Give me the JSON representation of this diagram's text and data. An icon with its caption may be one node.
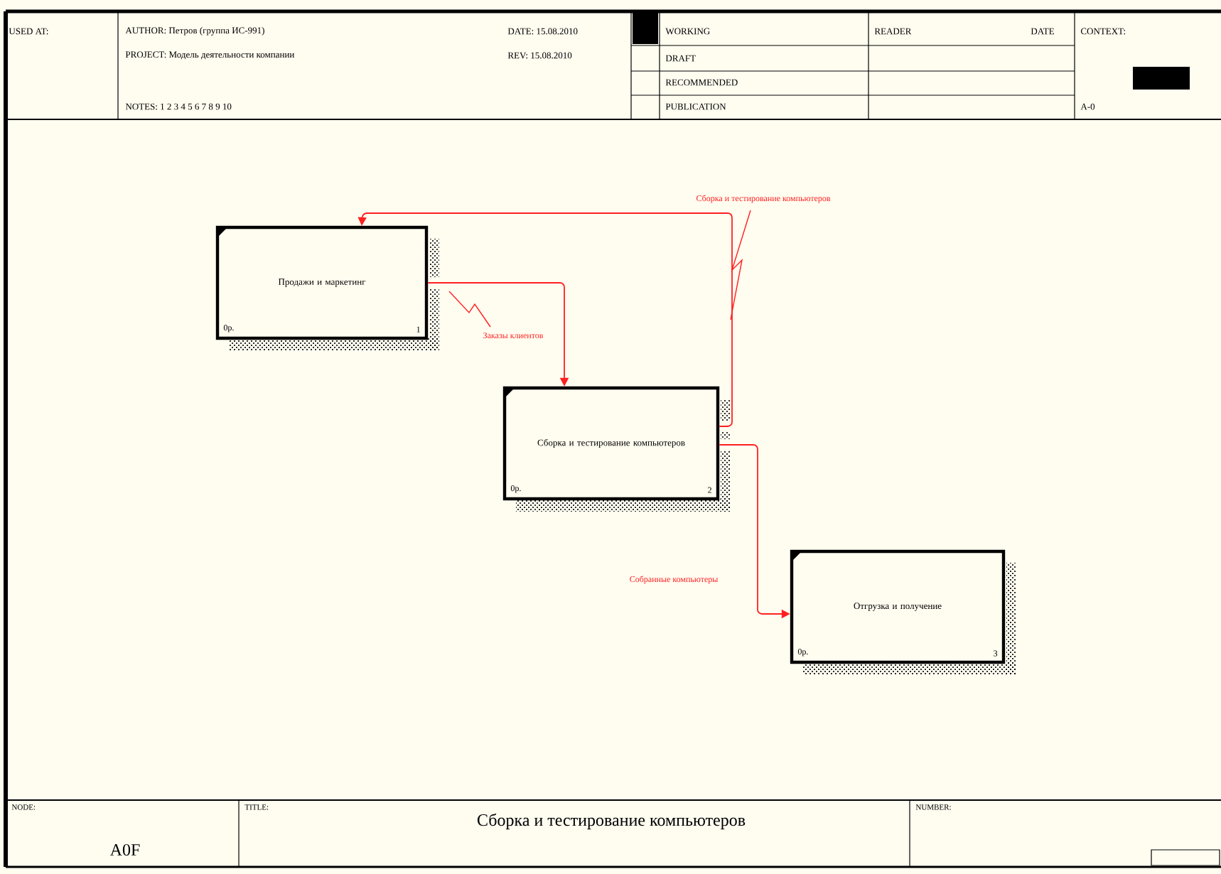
{
  "diagram": {
    "title": "Сборка и тестирование компьютеров",
    "nodes": [
      {
        "text": [
          "Продажи и маркетинг",
          "0р.",
          "1"
        ]
      },
      {
        "text": [
          "Сборка и тестирование компьютеров",
          "0р.",
          "2"
        ]
      },
      {
        "text": [
          "Отгрузка и получение",
          "0р.",
          "3"
        ]
      }
    ],
    "edges": [
      {
        "from": 1,
        "to": 0,
        "arrow": "to",
        "label": "Сборка и тестирование компьютеров"
      },
      {
        "from": 0,
        "to": 1,
        "arrow": "to",
        "label": "Заказы клиентов"
      },
      {
        "from": 1,
        "to": 2,
        "arrow": "to",
        "label": "Собранные компьютеры"
      }
    ],
    "labels": [
      "USED AT:",
      "AUTHOR:  Петров (группа ИС-991)",
      "DATE: 15.08.2010",
      "WORKING",
      "READER",
      "DATE",
      "CONTEXT:",
      "PROJECT:  Модель деятельности компании",
      "REV:   15.08.2010",
      "DRAFT",
      "RECOMMENDED",
      "NOTES:  1  2  3  4  5  6  7  8  9  10",
      "PUBLICATION",
      "A-0",
      "NODE:",
      "TITLE:",
      "NUMBER:",
      "A0F"
    ]
  }
}
